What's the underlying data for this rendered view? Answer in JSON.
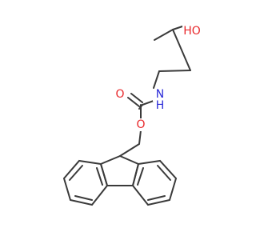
{
  "molecule": {
    "atoms": {
      "hydroxyl": "HO",
      "carbonyl_oxygen": "O",
      "ester_oxygen": "O",
      "amine": "N",
      "amine_hydrogen": "H"
    },
    "colors": {
      "bond": "#3a3a3a",
      "oxygen": "#e8282b",
      "nitrogen": "#2b2bd8",
      "background": "#ffffff"
    }
  }
}
